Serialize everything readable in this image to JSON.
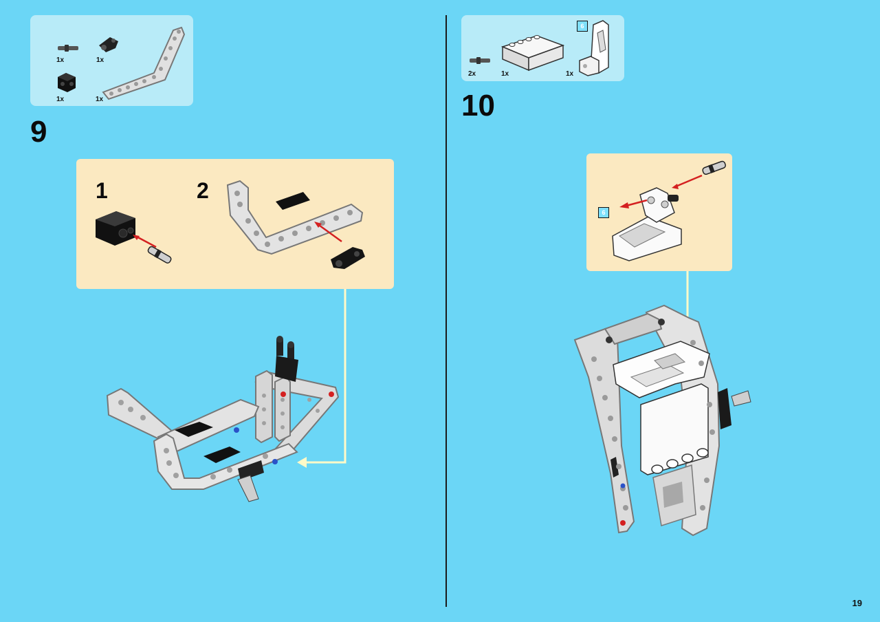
{
  "page_number": "19",
  "step9": {
    "number": "9",
    "parts": [
      {
        "name": "pin-with-friction",
        "qty": "1x"
      },
      {
        "name": "axle-pin-connector",
        "qty": "1x"
      },
      {
        "name": "black-cross-block",
        "qty": "1x"
      },
      {
        "name": "bent-liftarm",
        "qty": "1x"
      }
    ],
    "substeps": [
      {
        "number": "1"
      },
      {
        "number": "2"
      }
    ]
  },
  "step10": {
    "number": "10",
    "parts": [
      {
        "name": "pin-with-friction",
        "qty": "2x"
      },
      {
        "name": "tile-4x4-with-studs",
        "qty": "1x"
      },
      {
        "name": "white-panel",
        "qty": "1x"
      }
    ],
    "panel_tag": "6",
    "callout_tag": "6"
  },
  "colors": {
    "background": "#6bd6f6",
    "parts_box": "#b8ebf8",
    "callout_box": "#fbe9c1",
    "arrow": "#d42020",
    "guide_line": "#fffac8"
  }
}
